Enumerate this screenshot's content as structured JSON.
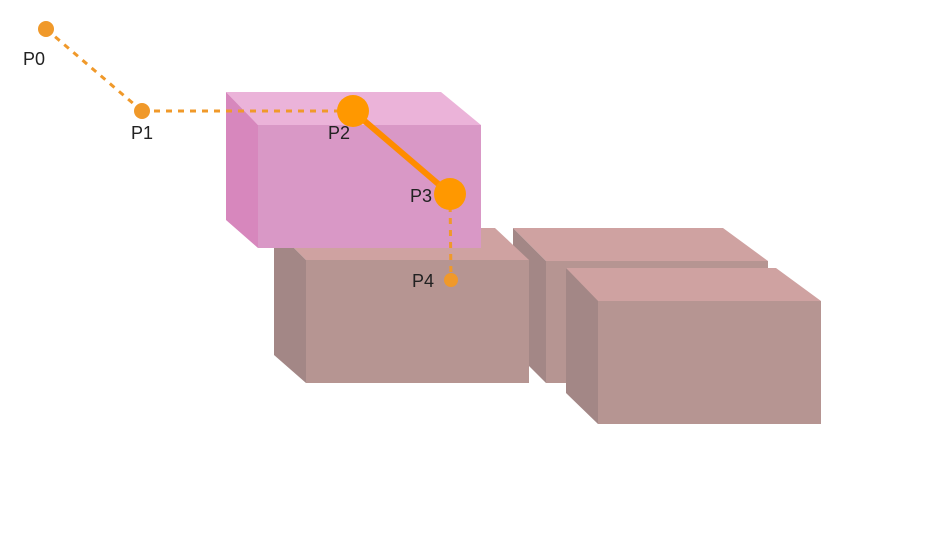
{
  "colors": {
    "path": "#f0992a",
    "active_segment": "#ff8c00",
    "highlight_box_top": "#ebb3d9",
    "highlight_box_front": "#d998c6",
    "highlight_box_side": "#d787bd",
    "box_top": "#cfa2a1",
    "box_front": "#b69592",
    "box_side": "#a38786",
    "label": "#222222"
  },
  "points": [
    {
      "label": "P0"
    },
    {
      "label": "P1"
    },
    {
      "label": "P2"
    },
    {
      "label": "P3"
    },
    {
      "label": "P4"
    }
  ]
}
